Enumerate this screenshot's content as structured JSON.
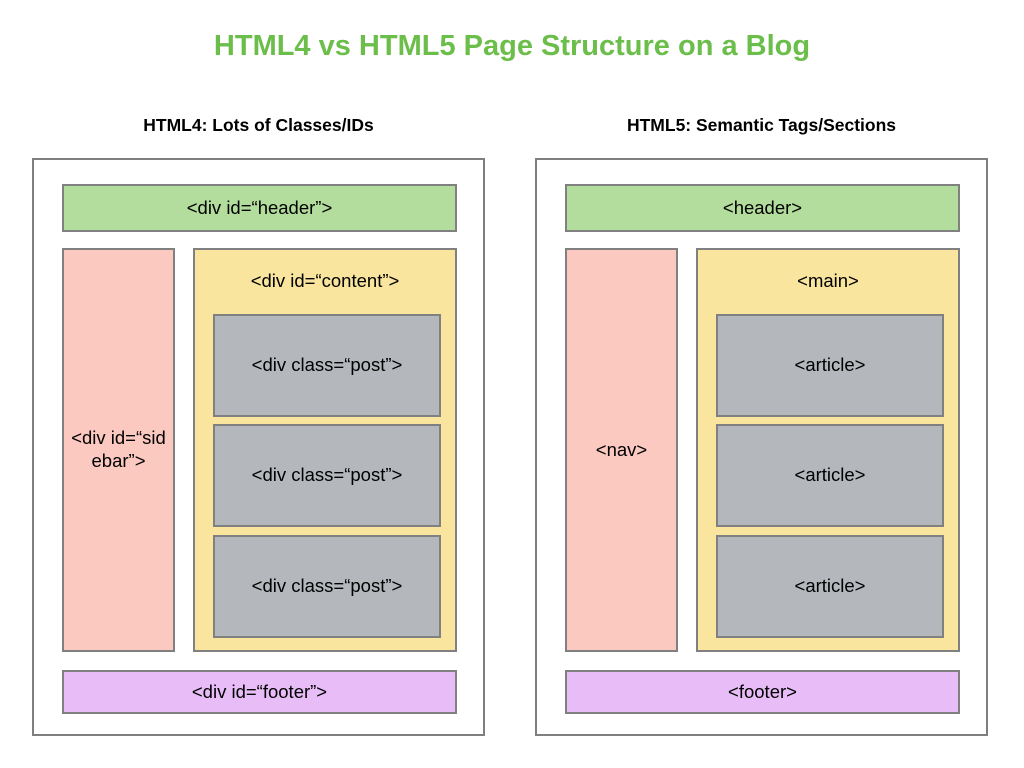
{
  "title": "HTML4 vs HTML5 Page Structure on a Blog",
  "colors": {
    "title_green": "#6cbe4b",
    "header_box": "#b3dd9c",
    "sidebar_box": "#fcc9c1",
    "content_box": "#f9e59e",
    "post_box": "#b4b8bd",
    "footer_box": "#e8bdf7",
    "border_gray": "#808080",
    "text_black": "#000000"
  },
  "columns": [
    {
      "heading": "HTML4: Lots of Classes/IDs",
      "header": "<div id=“header”>",
      "sidebar": "<div id=“sidebar”>",
      "content": "<div id=“content”>",
      "posts": [
        "<div class=“post”>",
        "<div class=“post”>",
        "<div class=“post”>"
      ],
      "footer": "<div id=“footer”>"
    },
    {
      "heading": "HTML5: Semantic Tags/Sections",
      "header": "<header>",
      "sidebar": "<nav>",
      "content": "<main>",
      "posts": [
        "<article>",
        "<article>",
        "<article>"
      ],
      "footer": "<footer>"
    }
  ]
}
